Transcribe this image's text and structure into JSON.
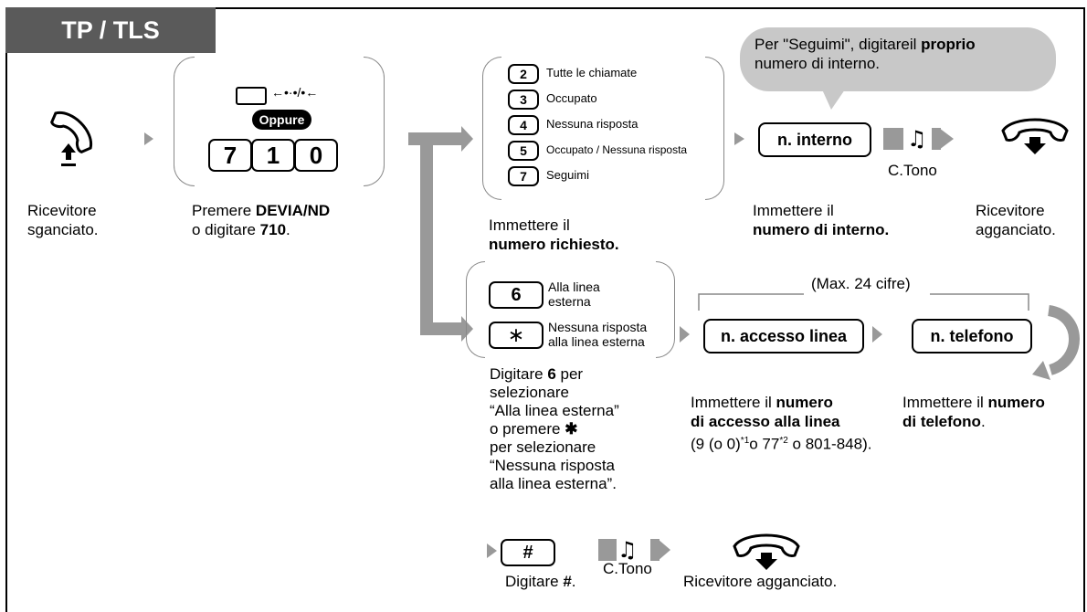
{
  "header": {
    "label": "TP / TLS"
  },
  "step_offhook": {
    "caption_1": "Ricevitore",
    "caption_2": "sganciato."
  },
  "step_press": {
    "button_label": "←•·•/•←",
    "oppure": "Oppure",
    "keys": [
      "7",
      "1",
      "0"
    ],
    "caption_prefix": "Premere ",
    "caption_button": "DEVIA/ND",
    "caption_line2_prefix": "o digitare ",
    "caption_code": "710",
    "caption_end": "."
  },
  "options": [
    {
      "key": "2",
      "label": "Tutte le chiamate"
    },
    {
      "key": "3",
      "label": "Occupato"
    },
    {
      "key": "4",
      "label": "Nessuna risposta"
    },
    {
      "key": "5",
      "label": "Occupato / Nessuna risposta"
    },
    {
      "key": "7",
      "label": "Seguimi"
    }
  ],
  "select_caption": {
    "line1": "Immettere il",
    "line2": "numero richiesto."
  },
  "bubble": {
    "line1_prefix": "Per \"Seguimi\", digitareil ",
    "line1_bold": "proprio",
    "line2": "numero di interno."
  },
  "ext_step": {
    "field": "n. interno",
    "tone": "C.Tono",
    "caption1": "Immettere il",
    "caption2": "numero di interno."
  },
  "onhook_top": {
    "caption1": "Ricevitore",
    "caption2": "agganciato."
  },
  "outside": {
    "key6": "6",
    "key6_label1": "Alla linea",
    "key6_label2": "esterna",
    "keystar": "∗",
    "keystar_label1": "Nessuna risposta",
    "keystar_label2": "alla linea esterna",
    "caption": [
      "Digitare ",
      "6",
      " per",
      "selezionare",
      "“Alla linea esterna”",
      "o premere ",
      "✱",
      "per selezionare",
      "“Nessuna risposta",
      "alla linea esterna”."
    ]
  },
  "max_digits": "(Max. 24 cifre)",
  "line_access": {
    "field": "n. accesso linea",
    "c1": "Immettere il ",
    "c1b": "numero",
    "c2b": "di accesso alla linea",
    "c3": "(9 (o 0)",
    "c3s1": "*1",
    "c3m": "o 77",
    "c3s2": "*2",
    "c3e": " o 801-848)."
  },
  "phone": {
    "field": "n. telefono",
    "c1": "Immettere il ",
    "c1b": "numero",
    "c2b": "di telefono",
    "c2e": "."
  },
  "bottom": {
    "key": "#",
    "tone": "C.Tono",
    "caption_prefix": "Digitare ",
    "caption_bold": "#",
    "caption_end": ".",
    "onhook": "Ricevitore agganciato."
  }
}
